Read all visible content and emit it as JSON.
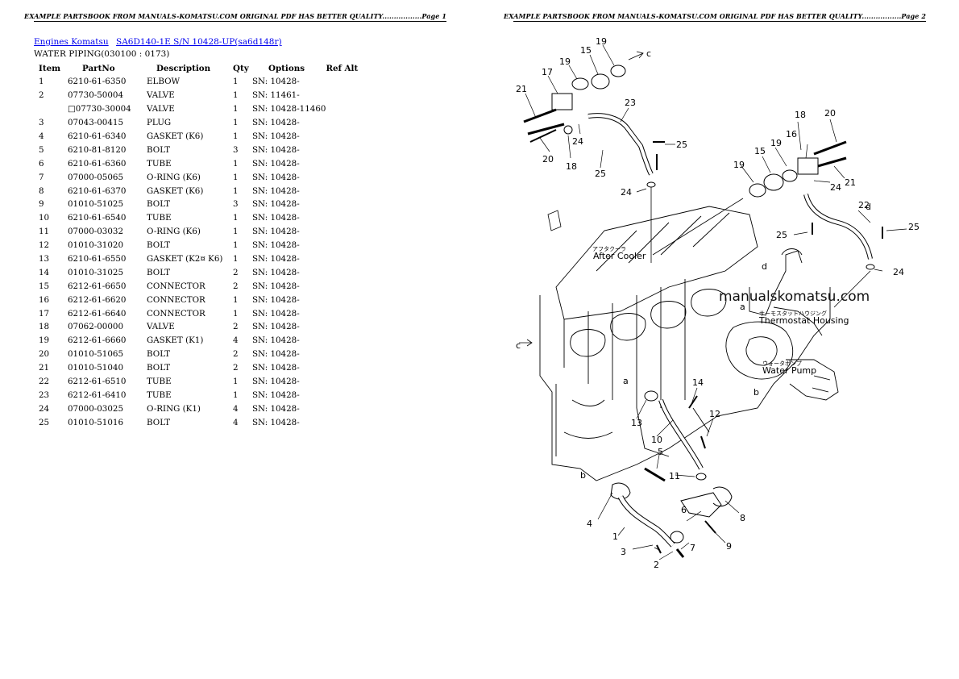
{
  "pages": [
    {
      "header": "EXAMPLE PARTSBOOK FROM MANUALS-KOMATSU.COM ORIGINAL PDF HAS BETTER QUALITY.................Page 1"
    },
    {
      "header": "EXAMPLE PARTSBOOK FROM MANUALS-KOMATSU.COM ORIGINAL PDF HAS BETTER QUALITY.................Page 2"
    }
  ],
  "breadcrumb": {
    "link1": "Engines Komatsu",
    "link2": "SA6D140-1E S/N 10428-UP(sa6d148r)"
  },
  "subtitle": "WATER PIPING(030100 : 0173)",
  "table": {
    "headers": {
      "item": "Item",
      "partno": "PartNo",
      "description": "Description",
      "qty": "Qty",
      "options": "Options",
      "refalt": "Ref Alt"
    },
    "rows": [
      {
        "item": "1",
        "partno": "6210-61-6350",
        "description": "ELBOW",
        "qty": "1",
        "options": "SN: 10428-"
      },
      {
        "item": "2",
        "partno": "07730-50004",
        "description": "VALVE",
        "qty": "1",
        "options": "SN: 11461-"
      },
      {
        "item": "",
        "partno": "□07730-30004",
        "description": "VALVE",
        "qty": "1",
        "options": "SN: 10428-11460"
      },
      {
        "item": "3",
        "partno": "07043-00415",
        "description": "PLUG",
        "qty": "1",
        "options": "SN: 10428-"
      },
      {
        "item": "4",
        "partno": "6210-61-6340",
        "description": "GASKET (K6)",
        "qty": "1",
        "options": "SN: 10428-"
      },
      {
        "item": "5",
        "partno": "6210-81-8120",
        "description": "BOLT",
        "qty": "3",
        "options": "SN: 10428-"
      },
      {
        "item": "6",
        "partno": "6210-61-6360",
        "description": "TUBE",
        "qty": "1",
        "options": "SN: 10428-"
      },
      {
        "item": "7",
        "partno": "07000-05065",
        "description": "O-RING (K6)",
        "qty": "1",
        "options": "SN: 10428-"
      },
      {
        "item": "8",
        "partno": "6210-61-6370",
        "description": "GASKET (K6)",
        "qty": "1",
        "options": "SN: 10428-"
      },
      {
        "item": "9",
        "partno": "01010-51025",
        "description": "BOLT",
        "qty": "3",
        "options": "SN: 10428-"
      },
      {
        "item": "10",
        "partno": "6210-61-6540",
        "description": "TUBE",
        "qty": "1",
        "options": "SN: 10428-"
      },
      {
        "item": "11",
        "partno": "07000-03032",
        "description": "O-RING (K6)",
        "qty": "1",
        "options": "SN: 10428-"
      },
      {
        "item": "12",
        "partno": "01010-31020",
        "description": "BOLT",
        "qty": "1",
        "options": "SN: 10428-"
      },
      {
        "item": "13",
        "partno": "6210-61-6550",
        "description": "GASKET (K2¤ K6)",
        "qty": "1",
        "options": "SN: 10428-"
      },
      {
        "item": "14",
        "partno": "01010-31025",
        "description": "BOLT",
        "qty": "2",
        "options": "SN: 10428-"
      },
      {
        "item": "15",
        "partno": "6212-61-6650",
        "description": "CONNECTOR",
        "qty": "2",
        "options": "SN: 10428-"
      },
      {
        "item": "16",
        "partno": "6212-61-6620",
        "description": "CONNECTOR",
        "qty": "1",
        "options": "SN: 10428-"
      },
      {
        "item": "17",
        "partno": "6212-61-6640",
        "description": "CONNECTOR",
        "qty": "1",
        "options": "SN: 10428-"
      },
      {
        "item": "18",
        "partno": "07062-00000",
        "description": "VALVE",
        "qty": "2",
        "options": "SN: 10428-"
      },
      {
        "item": "19",
        "partno": "6212-61-6660",
        "description": "GASKET (K1)",
        "qty": "4",
        "options": "SN: 10428-"
      },
      {
        "item": "20",
        "partno": "01010-51065",
        "description": "BOLT",
        "qty": "2",
        "options": "SN: 10428-"
      },
      {
        "item": "21",
        "partno": "01010-51040",
        "description": "BOLT",
        "qty": "2",
        "options": "SN: 10428-"
      },
      {
        "item": "22",
        "partno": "6212-61-6510",
        "description": "TUBE",
        "qty": "1",
        "options": "SN: 10428-"
      },
      {
        "item": "23",
        "partno": "6212-61-6410",
        "description": "TUBE",
        "qty": "1",
        "options": "SN: 10428-"
      },
      {
        "item": "24",
        "partno": "07000-03025",
        "description": "O-RING (K1)",
        "qty": "4",
        "options": "SN: 10428-"
      },
      {
        "item": "25",
        "partno": "01010-51016",
        "description": "BOLT",
        "qty": "4",
        "options": "SN: 10428-"
      }
    ]
  },
  "diagram": {
    "watermark": "manualskomatsu.com",
    "labels": {
      "after_cooler_jp": "アフタクーラ",
      "after_cooler": "After Cooler",
      "thermostat_jp": "サーモスタットハウジング",
      "thermostat": "Thermostat Housing",
      "water_pump_jp": "ウォータポンプ",
      "water_pump": "Water Pump"
    },
    "callouts": [
      "1",
      "2",
      "3",
      "4",
      "5",
      "6",
      "7",
      "8",
      "9",
      "10",
      "11",
      "12",
      "13",
      "14",
      "15",
      "16",
      "17",
      "18",
      "19",
      "20",
      "21",
      "22",
      "23",
      "24",
      "25"
    ],
    "letters": [
      "a",
      "b",
      "c",
      "d"
    ]
  }
}
